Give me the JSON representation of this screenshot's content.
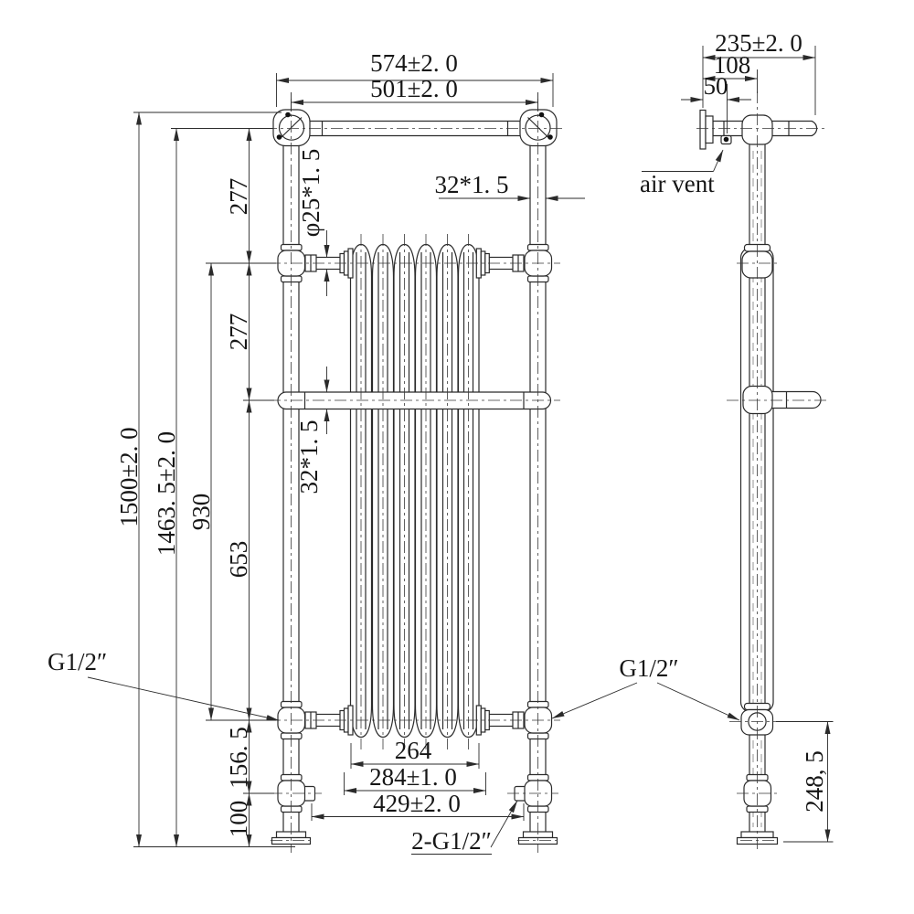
{
  "drawing": {
    "description": "Technical dimension drawing of a floor-standing traditional towel rail radiator, front and side elevations, dimensions in mm",
    "colors": {
      "line": "#2b2b2b",
      "background": "#ffffff"
    }
  },
  "front": {
    "overall_width": "574±2. 0",
    "rail_centres_width": "501±2. 0",
    "tube_spec": "32*1. 5",
    "crossbar_spec": "φ25*1. 5",
    "rail_spec": "32*1. 5",
    "top_to_radiator": "277",
    "radiator_to_midrail": "277",
    "radiator_height": "930",
    "midrail_to_bottom": "653",
    "overall_height": "1500±2. 0",
    "toprail_height": "1463. 5±2. 0",
    "valve_height": "156. 5",
    "foot_height": "100",
    "core_width": "264",
    "radiator_width": "284±1. 0",
    "valve_centres": "429±2. 0",
    "inlet_thread": "G1/2″",
    "bottom_threads": "2-G1/2″"
  },
  "side": {
    "overall_depth": "235±2. 0",
    "wall_to_pipe": "108",
    "wall_to_vent": "50",
    "air_vent": "air vent",
    "side_thread": "G1/2″",
    "valve_to_floor": "248, 5"
  }
}
